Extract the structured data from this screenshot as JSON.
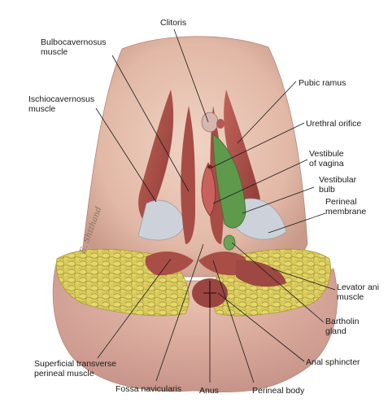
{
  "labels": {
    "clitoris": "Clitoris",
    "bulbocavernosus": [
      "Bulbocavernosus",
      "muscle"
    ],
    "pubic_ramus": "Pubic ramus",
    "ischiocavernosus": [
      "Ischiocavernosus",
      "muscle"
    ],
    "urethral_orifice": "Urethral orifice",
    "vestibule": [
      "Vestibule",
      "of vagina"
    ],
    "vestibular_bulb": [
      "Vestibular",
      "bulb"
    ],
    "perineal_membrane": [
      "Perineal",
      "membrane"
    ],
    "levator_ani": [
      "Levator ani",
      "muscle"
    ],
    "bartholin": [
      "Bartholin",
      "gland"
    ],
    "anal_sphincter": "Anal sphincter",
    "superficial_transverse": [
      "Superficial transverse",
      "perineal muscle"
    ],
    "fossa_navicularis": "Fossa navicularis",
    "anus": "Anus",
    "perineal_body": "Perineal body"
  },
  "signature": "E. Shtthand",
  "colors": {
    "skin": "#e8c4b4",
    "skin_shadow": "#c99a8a",
    "muscle": "#b5574f",
    "muscle_dark": "#8e3a36",
    "membrane": "#c9ced6",
    "bulb": "#5f9a4c",
    "fat": "#d8c955",
    "fat_edge": "#a69a35",
    "leader_line": "#1a1a1a"
  }
}
